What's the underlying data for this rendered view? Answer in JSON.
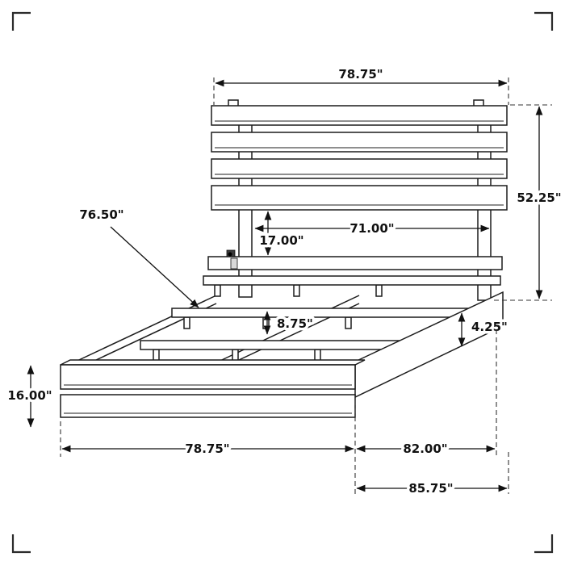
{
  "colors": {
    "background": "#ffffff",
    "line": "#111111"
  },
  "labels": {
    "headboard_width": "78.75\"",
    "headboard_height": "52.25\"",
    "inner_width": "71.00\"",
    "headboard_to_deck": "17.00\"",
    "slat_rail_length": "76.50\"",
    "slat_clearance": "8.75\"",
    "side_rail_height": "4.25\"",
    "footboard_height": "16.00\"",
    "frame_width": "78.75\"",
    "frame_depth": "82.00\"",
    "overall_depth": "85.75\""
  }
}
